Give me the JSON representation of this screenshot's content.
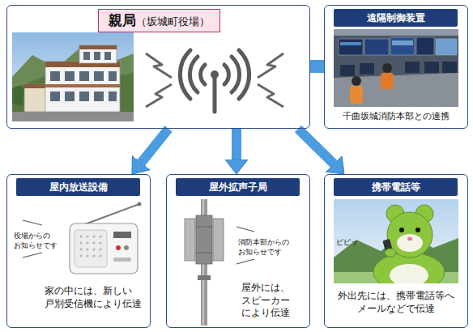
{
  "diagram": {
    "nodes": [
      {
        "text": [
          "親局",
          "（坂城町役場）"
        ]
      },
      {
        "text": [
          "遠隔制御装置",
          "千曲坂城消防本部との連携"
        ]
      },
      {
        "text": [
          "屋内放送設備",
          "役場からの お知らせです",
          "家の中には、新しい 戸別受信機により伝達"
        ]
      },
      {
        "text": [
          "屋外拡声子局",
          "消防本部からの お知らせです",
          "屋外には、 スピーカー により伝達"
        ]
      },
      {
        "text": [
          "携帯電話等",
          "ピピッ",
          "外出先には、携帯電話等へ メールなどで伝達"
        ]
      }
    ],
    "edges": [
      {
        "from": 0,
        "to": 1,
        "arrow": "none"
      },
      {
        "from": 0,
        "to": 2,
        "arrow": "to"
      },
      {
        "from": 0,
        "to": 3,
        "arrow": "to"
      },
      {
        "from": 0,
        "to": 4,
        "arrow": "to"
      }
    ]
  }
}
